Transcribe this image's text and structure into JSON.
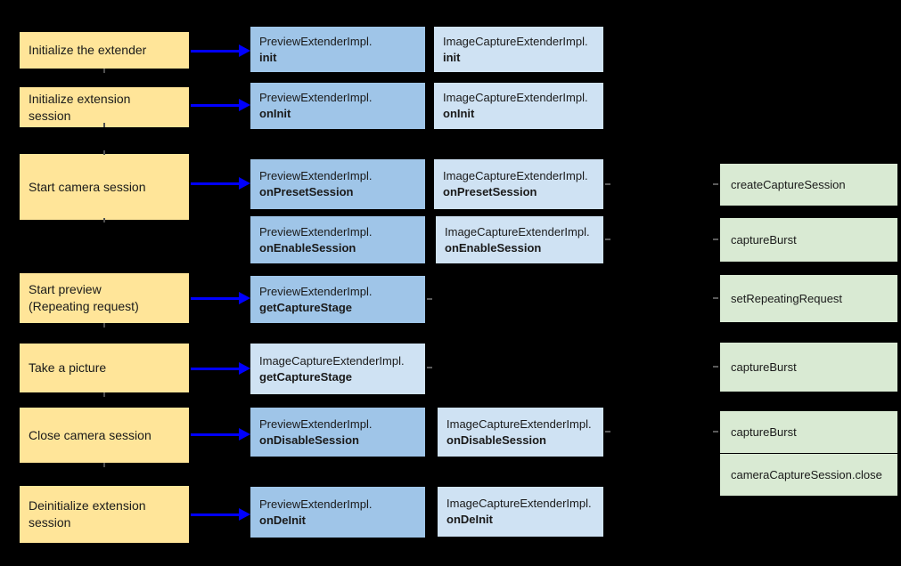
{
  "colors": {
    "background": "#000000",
    "step_fill": "#FFE599",
    "preview_fill": "#9FC5E8",
    "image_capture_fill": "#CFE2F3",
    "camera_fill": "#D9EAD3",
    "arrow": "#0000FF",
    "text": "#1A1A1A"
  },
  "steps": [
    {
      "label": "Initialize the extender"
    },
    {
      "label": "Initialize extension\nsession"
    },
    {
      "label": "Start camera session"
    },
    {
      "label": "Start preview\n(Repeating request)"
    },
    {
      "label": "Take a picture"
    },
    {
      "label": "Close camera session"
    },
    {
      "label": "Deinitialize extension\nsession"
    }
  ],
  "extender_calls": [
    {
      "class_name": "PreviewExtenderImpl.",
      "method": "init"
    },
    {
      "class_name": "ImageCaptureExtenderImpl.",
      "method": "init"
    },
    {
      "class_name": "PreviewExtenderImpl.",
      "method": "onInit"
    },
    {
      "class_name": "ImageCaptureExtenderImpl.",
      "method": "onInit"
    },
    {
      "class_name": "PreviewExtenderImpl.",
      "method": "onPresetSession"
    },
    {
      "class_name": "ImageCaptureExtenderImpl.",
      "method": "onPresetSession"
    },
    {
      "class_name": "PreviewExtenderImpl.",
      "method": "onEnableSession"
    },
    {
      "class_name": "ImageCaptureExtenderImpl.",
      "method": "onEnableSession"
    },
    {
      "class_name": "PreviewExtenderImpl.",
      "method": "getCaptureStage"
    },
    {
      "class_name": "ImageCaptureExtenderImpl.",
      "method": "getCaptureStage"
    },
    {
      "class_name": "PreviewExtenderImpl.",
      "method": "onDisableSession"
    },
    {
      "class_name": "ImageCaptureExtenderImpl.",
      "method": "onDisableSession"
    },
    {
      "class_name": "PreviewExtenderImpl.",
      "method": "onDeInit"
    },
    {
      "class_name": "ImageCaptureExtenderImpl.",
      "method": "onDeInit"
    }
  ],
  "camera_calls": [
    {
      "label": "createCaptureSession"
    },
    {
      "label": "captureBurst"
    },
    {
      "label": "setRepeatingRequest"
    },
    {
      "label": "captureBurst"
    },
    {
      "label": "captureBurst"
    },
    {
      "label": "cameraCaptureSession.close"
    }
  ]
}
